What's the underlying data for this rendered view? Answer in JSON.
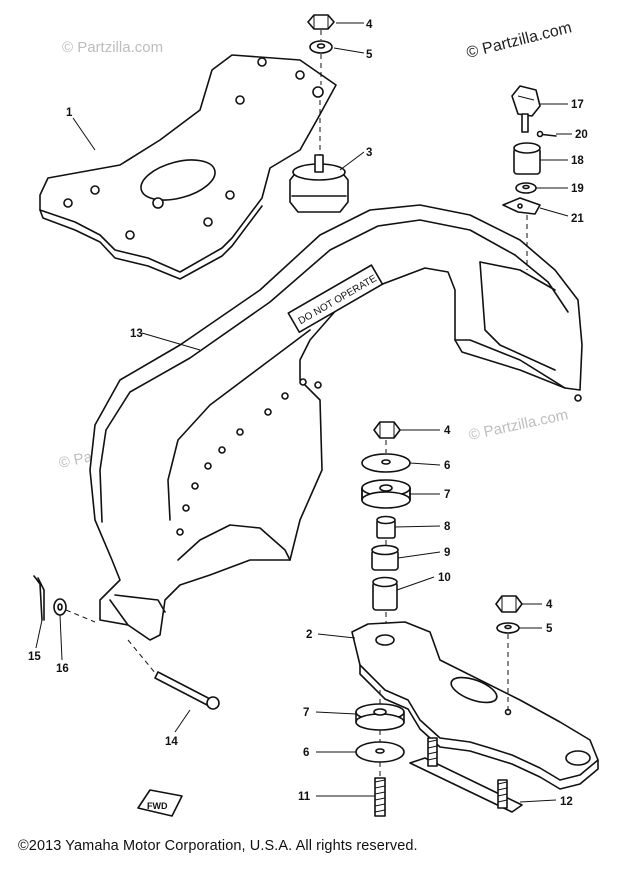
{
  "watermarks": {
    "main": "© Partzilla.com",
    "faint": "© Partzilla.com"
  },
  "decal_text": "DO NOT OPERATE",
  "fwd_label": "FWD",
  "callouts": {
    "n1": "1",
    "n2": "2",
    "n3": "3",
    "n4a": "4",
    "n4b": "4",
    "n4c": "4",
    "n5a": "5",
    "n5b": "5",
    "n6a": "6",
    "n6b": "6",
    "n7a": "7",
    "n7b": "7",
    "n8": "8",
    "n9": "9",
    "n10": "10",
    "n11": "11",
    "n12": "12",
    "n13": "13",
    "n14": "14",
    "n15": "15",
    "n16": "16",
    "n17": "17",
    "n18": "18",
    "n19": "19",
    "n20": "20",
    "n21": "21"
  },
  "copyright": "©2013  Yamaha Motor Corporation, U.S.A. All rights reserved."
}
